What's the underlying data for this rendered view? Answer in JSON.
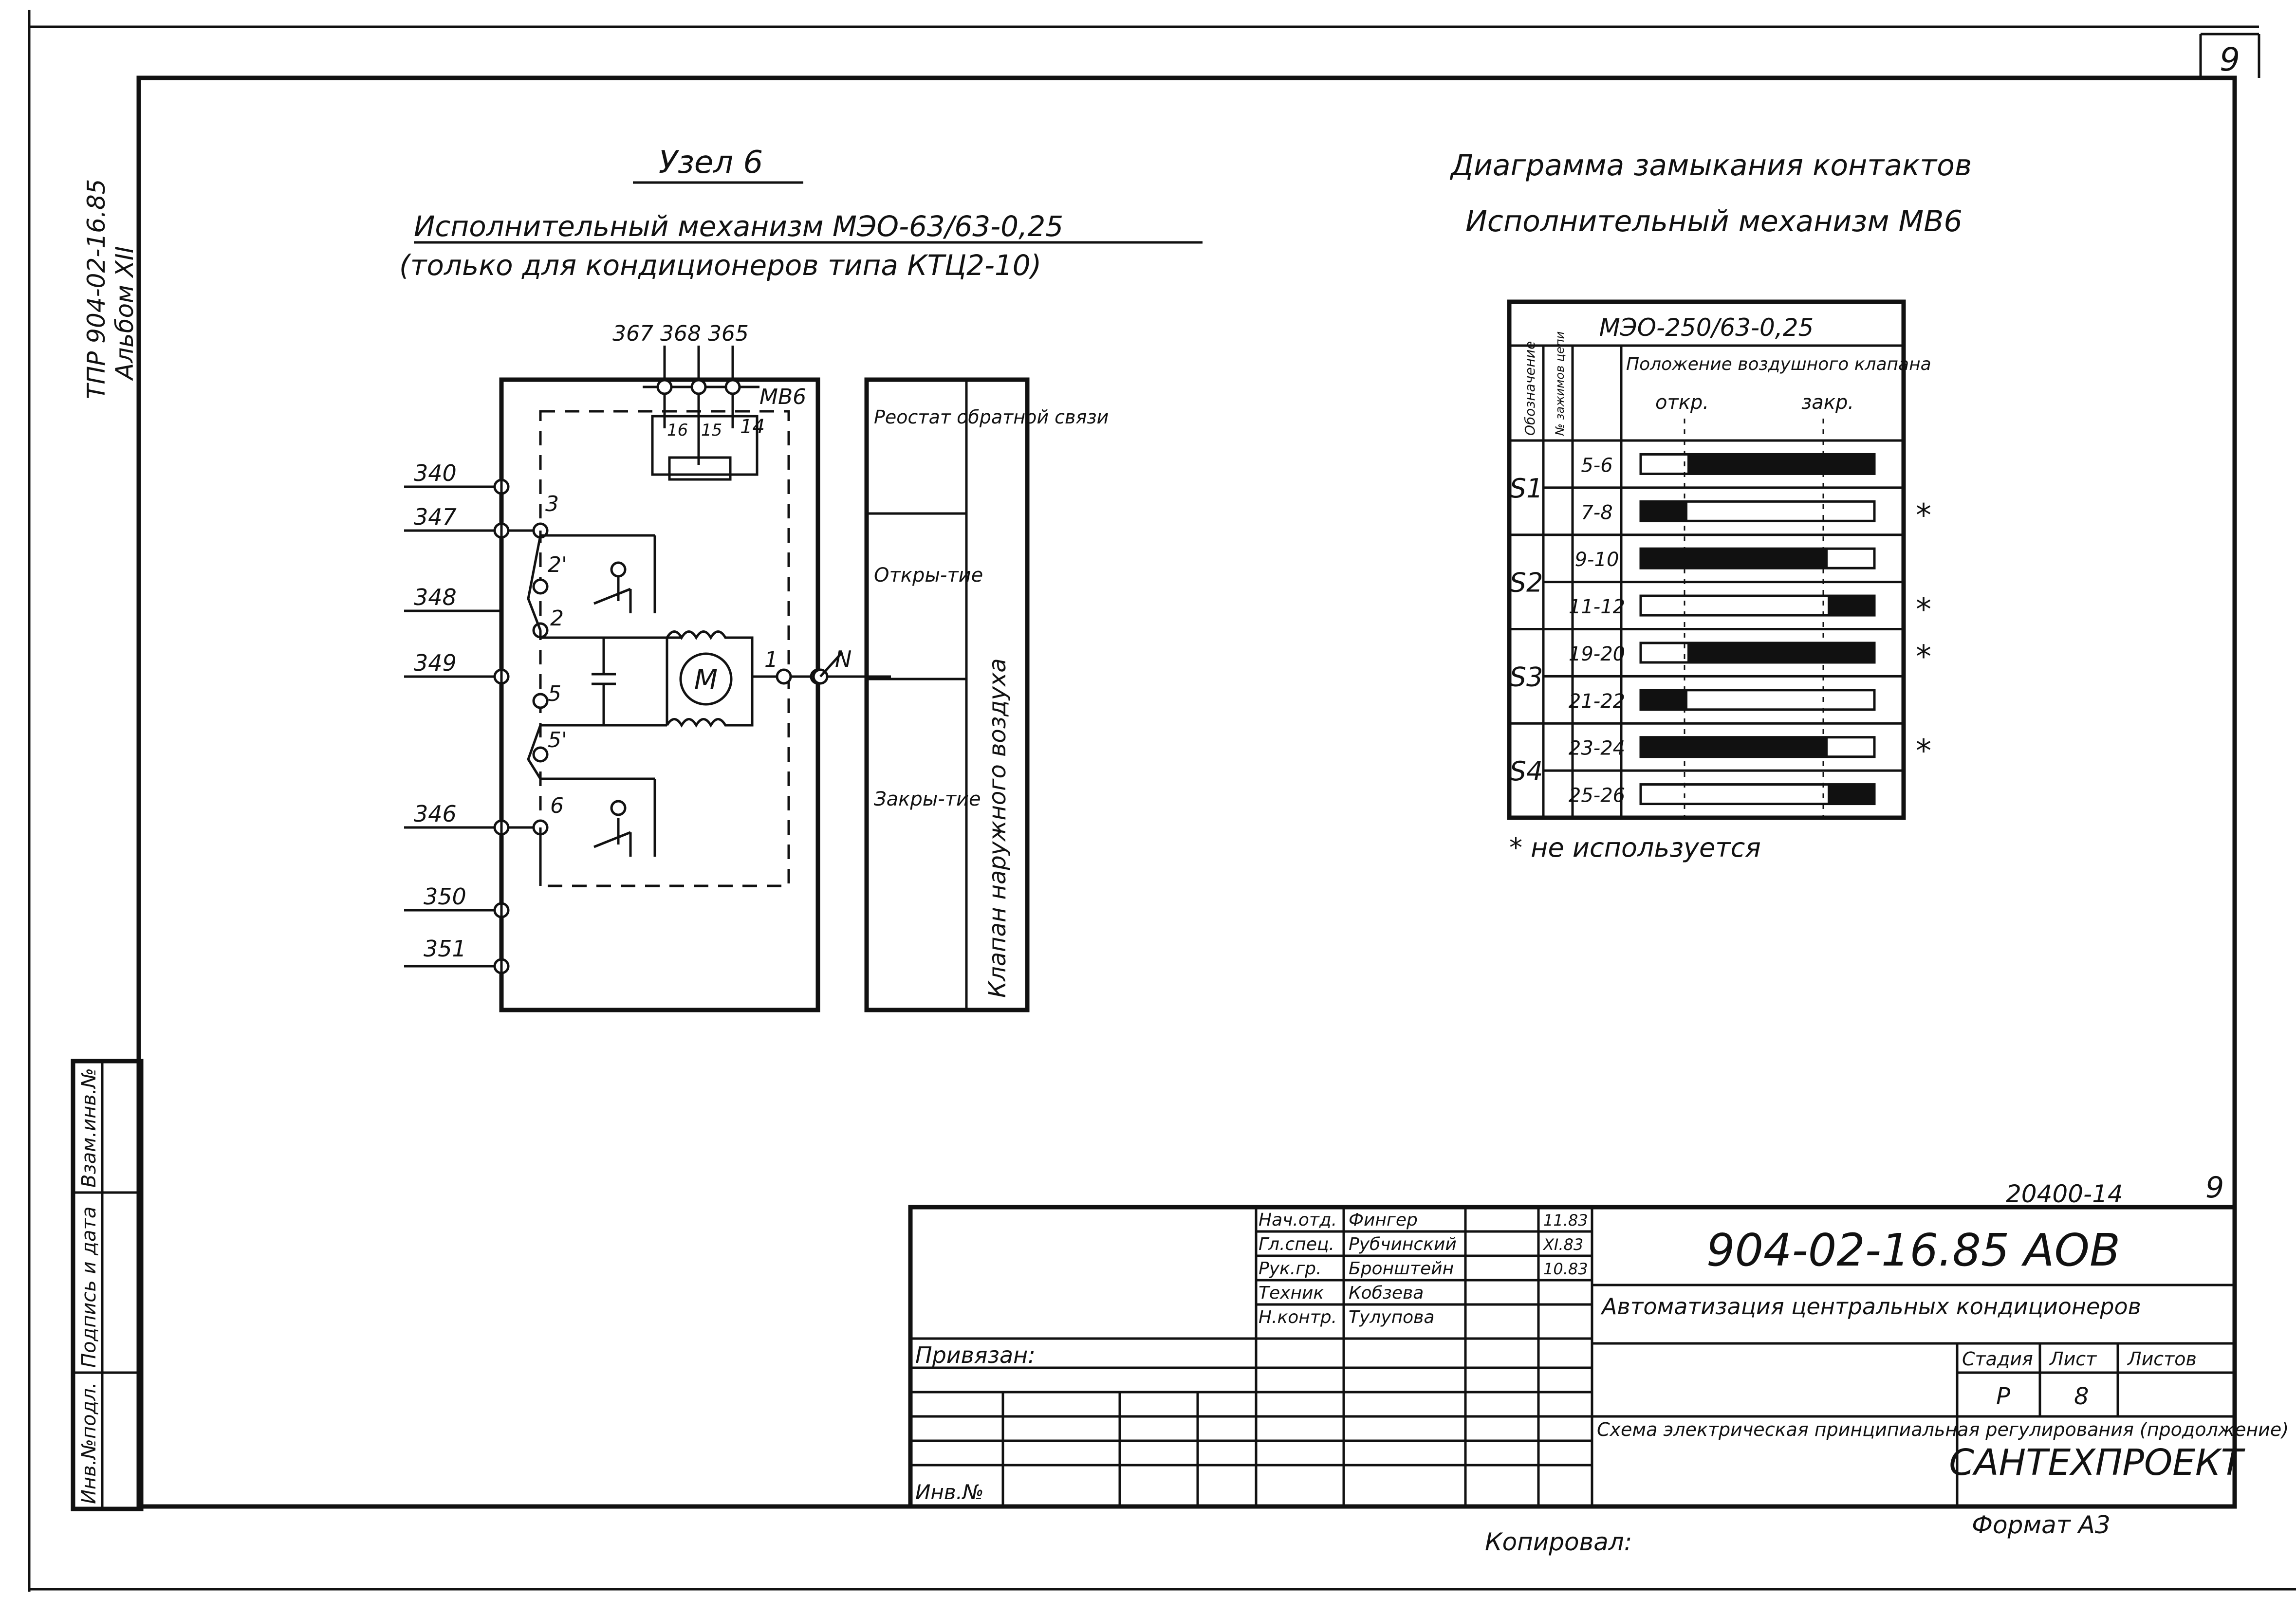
{
  "sheet_number": "9",
  "side_stamp": [
    "ТПР 904-02-16.85",
    "Альбом XII"
  ],
  "left_column_labels": [
    "Инв.№подл.",
    "Подпись и дата",
    "Взам.инв.№"
  ],
  "node": {
    "title": "Узел 6",
    "subtitle_1": "Исполнительный механизм МЭО-63/63-0,25",
    "subtitle_2": "(только для кондиционеров типа КТЦ2-10)"
  },
  "schematic": {
    "top_wires": "367 368 365",
    "device_label": "МВ6",
    "top_pins": [
      "16",
      "15",
      "14"
    ],
    "wires": [
      "340",
      "347",
      "348",
      "349",
      "346",
      "350",
      "351"
    ],
    "terminals": [
      "3",
      "2'",
      "2",
      "5",
      "5'",
      "6",
      "1"
    ],
    "neutral": "N",
    "motor": "M"
  },
  "function_table": {
    "rows": [
      "Реостат обратной связи",
      "Откры-тие",
      "Закры-тие"
    ],
    "vertical_label": "Клапан наружного воздуха"
  },
  "contact_diagram": {
    "title_1": "Диаграмма замыкания контактов",
    "title_2": "Исполнительный механизм МВ6",
    "table_title": "МЭО-250/63-0,25",
    "header_1": "Обозначение",
    "header_2": "№ зажимов цепи",
    "header_position": "Положение воздушного клапана",
    "header_open": "откр.",
    "header_close": "закр.",
    "groups": [
      {
        "name": "S1",
        "rows": [
          {
            "circuit": "5-6",
            "from": 0.2,
            "to": 1.0,
            "unused": false
          },
          {
            "circuit": "7-8",
            "from": 0.0,
            "to": 0.2,
            "unused": true
          }
        ]
      },
      {
        "name": "S2",
        "rows": [
          {
            "circuit": "9-10",
            "from": 0.0,
            "to": 0.8,
            "unused": false
          },
          {
            "circuit": "11-12",
            "from": 0.8,
            "to": 1.0,
            "unused": true
          }
        ]
      },
      {
        "name": "S3",
        "rows": [
          {
            "circuit": "19-20",
            "from": 0.2,
            "to": 1.0,
            "unused": true
          },
          {
            "circuit": "21-22",
            "from": 0.0,
            "to": 0.2,
            "unused": false
          }
        ]
      },
      {
        "name": "S4",
        "rows": [
          {
            "circuit": "23-24",
            "from": 0.0,
            "to": 0.8,
            "unused": true
          },
          {
            "circuit": "25-26",
            "from": 0.8,
            "to": 1.0,
            "unused": false
          }
        ]
      }
    ],
    "footnote": "* не используется",
    "asterisk": "*"
  },
  "title_block": {
    "doc_code": "20400-14",
    "sheet_corner": "9",
    "designation": "904-02-16.85 АОВ",
    "project": "Автоматизация центральных кондиционеров",
    "drawing_title": "Схема электрическая принципиальная регулирования (продолжение)",
    "organization": "САНТЕХПРОЕКТ",
    "stage_label": "Стадия",
    "sheet_label": "Лист",
    "sheets_label": "Листов",
    "stage": "Р",
    "sheet": "8",
    "sheets": "",
    "linked_label": "Привязан:",
    "inv_label": "Инв.№",
    "signatures": [
      {
        "role": "Нач.отд.",
        "name": "Фингер",
        "date": "11.83"
      },
      {
        "role": "Гл.спец.",
        "name": "Рубчинский",
        "date": "XI.83"
      },
      {
        "role": "Рук.гр.",
        "name": "Бронштейн",
        "date": "10.83"
      },
      {
        "role": "Техник",
        "name": "Кобзева",
        "date": ""
      },
      {
        "role": "Н.контр.",
        "name": "Тулупова",
        "date": ""
      }
    ]
  },
  "copied_by": "Копировал:",
  "format": "Формат А3"
}
